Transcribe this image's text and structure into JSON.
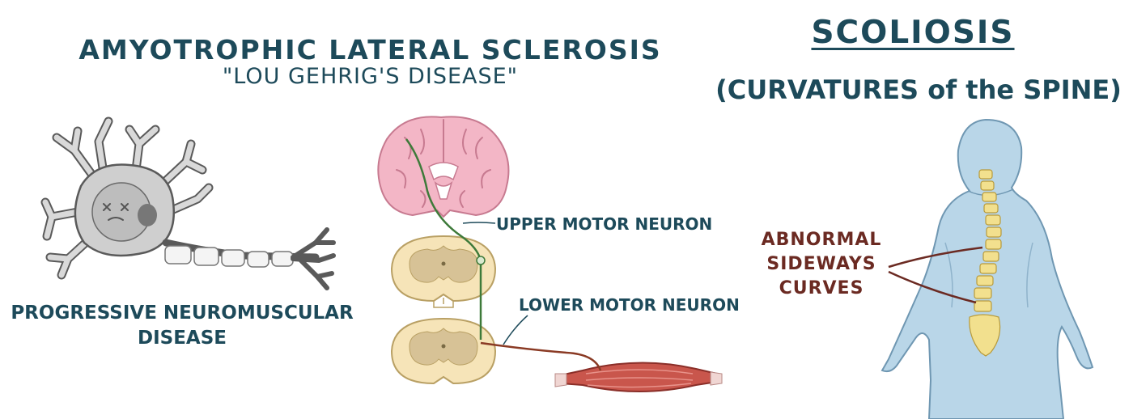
{
  "als": {
    "title": "AMYOTROPHIC LATERAL SCLEROSIS",
    "subtitle": "\"LOU GEHRIG'S DISEASE\"",
    "neuron_caption_line1": "PROGRESSIVE NEUROMUSCULAR",
    "neuron_caption_line2": "DISEASE",
    "upper_motor_neuron": "UPPER MOTOR NEURON",
    "lower_motor_neuron": "LOWER MOTOR NEURON"
  },
  "scoliosis": {
    "title": "SCOLIOSIS",
    "subtitle": "(CURVATURES of the SPINE)",
    "callout_line1": "ABNORMAL",
    "callout_line2": "SIDEWAYS",
    "callout_line3": "CURVES"
  },
  "colors": {
    "heading_teal": "#1d4a5a",
    "callout_brown": "#6b2a22",
    "upper_neuron_green": "#3e7a3a",
    "lower_neuron_brown": "#8a3a24",
    "brain_pink": "#f3b6c6",
    "spinal_cord_cream": "#f6e4b8",
    "muscle_red": "#c9564c",
    "body_blue": "#b9d6e8",
    "spine_yellow": "#f2e08e",
    "neuron_gray": "#cfcfcf"
  },
  "icons": {
    "damaged_neuron": "damaged-neuron-icon",
    "brain_coronal": "brain-coronal-icon",
    "spinal_cord": "spinal-cord-section-icon",
    "muscle": "muscle-icon",
    "human_back": "human-back-icon",
    "spine": "curved-spine-icon"
  }
}
